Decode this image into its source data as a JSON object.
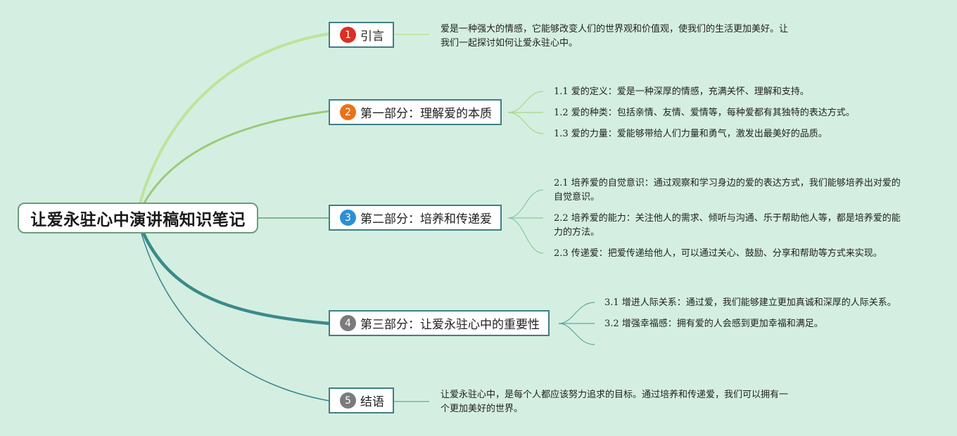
{
  "title": "让爱永驻心中演讲稿知识笔记",
  "colors": {
    "background": "#d4efe1",
    "badge_1": "#d93025",
    "badge_2": "#e8731a",
    "badge_3": "#2b8fd6",
    "badge_4": "#7b7b7b",
    "badge_5": "#7b7b7b"
  },
  "branches": [
    {
      "number": "1",
      "label": "引言",
      "details": [
        "爱是一种强大的情感，它能够改变人们的世界观和价值观，使我们的生活更加美好。让我们一起探讨如何让爱永驻心中。"
      ]
    },
    {
      "number": "2",
      "label": "第一部分：理解爱的本质",
      "details": [
        "1.1 爱的定义：爱是一种深厚的情感，充满关怀、理解和支持。",
        "1.2 爱的种类：包括亲情、友情、爱情等，每种爱都有其独特的表达方式。",
        "1.3 爱的力量：爱能够带给人们力量和勇气，激发出最美好的品质。"
      ]
    },
    {
      "number": "3",
      "label": "第二部分：培养和传递爱",
      "details": [
        "2.1 培养爱的自觉意识：通过观察和学习身边的爱的表达方式，我们能够培养出对爱的自觉意识。",
        "2.2 培养爱的能力：关注他人的需求、倾听与沟通、乐于帮助他人等，都是培养爱的能力的方法。",
        "2.3 传递爱：把爱传递给他人，可以通过关心、鼓励、分享和帮助等方式来实现。"
      ]
    },
    {
      "number": "4",
      "label": "第三部分：让爱永驻心中的重要性",
      "details": [
        "3.1 增进人际关系：通过爱，我们能够建立更加真诚和深厚的人际关系。",
        "3.2 增强幸福感：拥有爱的人会感到更加幸福和满足。"
      ]
    },
    {
      "number": "5",
      "label": "结语",
      "details": [
        "让爱永驻心中，是每个人都应该努力追求的目标。通过培养和传递爱，我们可以拥有一个更加美好的世界。"
      ]
    }
  ]
}
